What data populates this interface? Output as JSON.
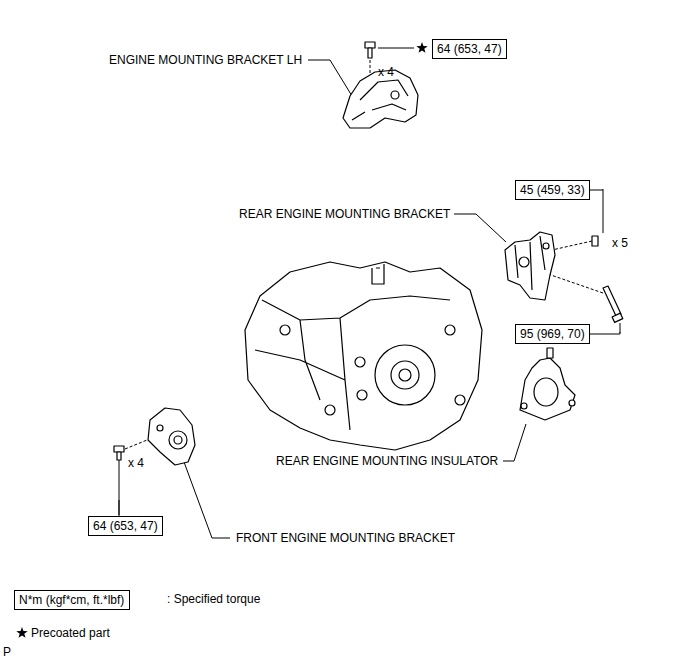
{
  "diagram": {
    "nodes": [
      {
        "text": [
          "64 (653, 47)"
        ]
      },
      {
        "text": [
          "45 (459, 33)"
        ]
      },
      {
        "text": [
          "95 (969, 70)"
        ]
      },
      {
        "text": [
          "64 (653, 47)"
        ]
      },
      {
        "text": [
          "N*m (kgf*cm, ft.*lbf)"
        ]
      }
    ],
    "labels": [
      "ENGINE MOUNTING BRACKET LH",
      "x 4",
      "REAR ENGINE MOUNTING BRACKET",
      "x 5",
      "REAR ENGINE MOUNTING INSULATOR",
      "x 4",
      "FRONT ENGINE MOUNTING BRACKET",
      ": Specified torque",
      "Precoated part",
      "P"
    ]
  }
}
